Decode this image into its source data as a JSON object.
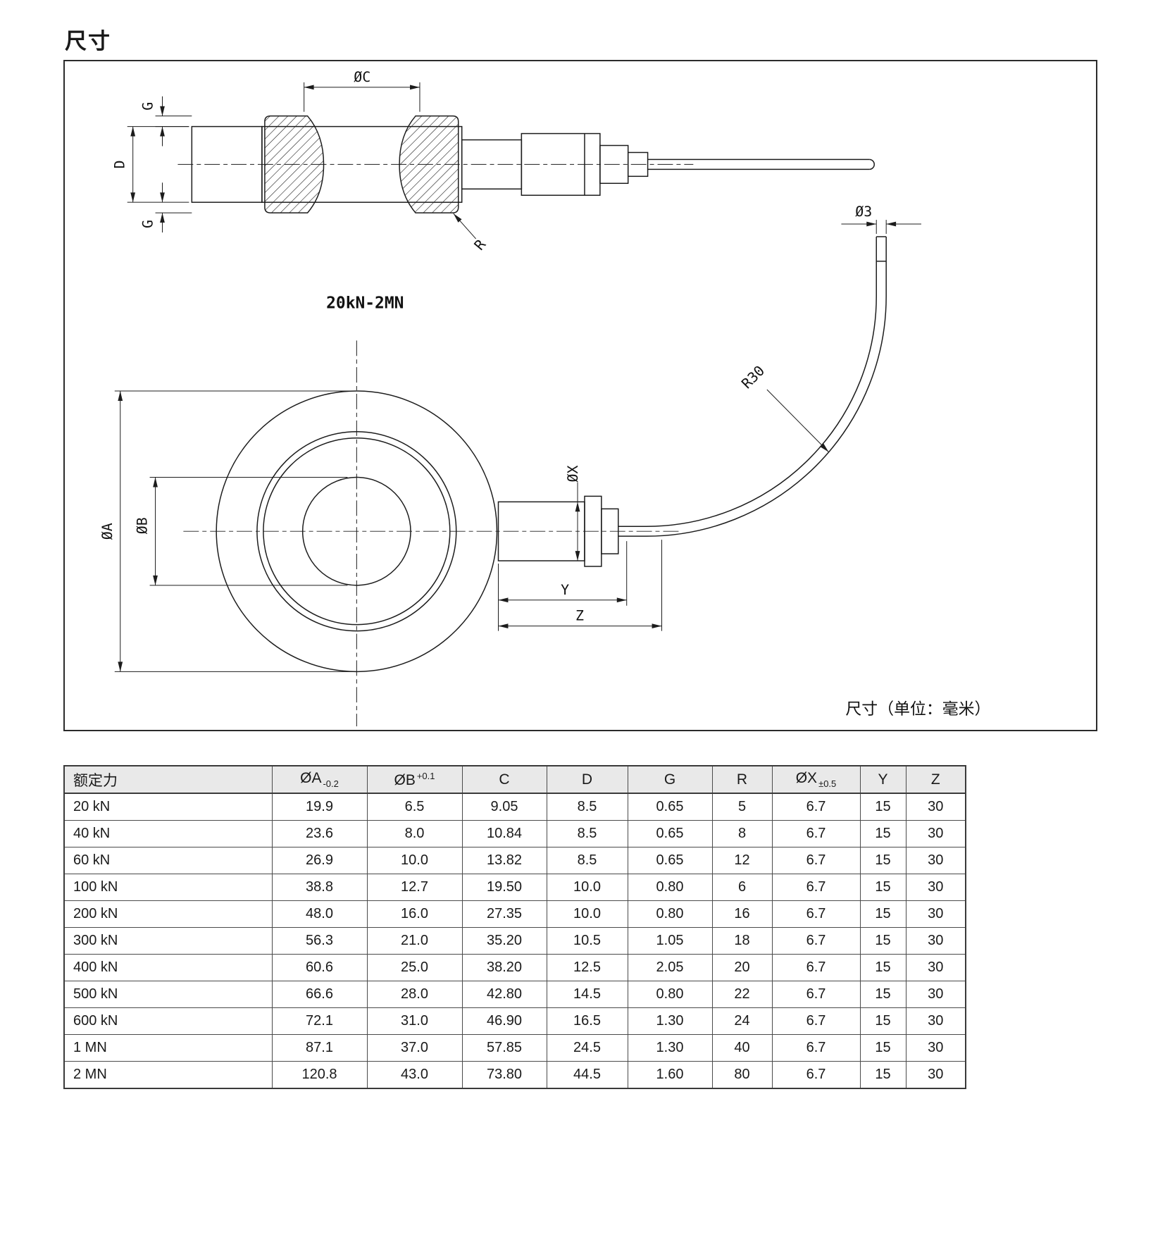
{
  "page": {
    "title": "尺寸"
  },
  "drawing": {
    "side_view_label": "20kN-2MN",
    "unit_note": "尺寸（单位：毫米）",
    "dims": {
      "dia_c": "ØC",
      "g_top": "G",
      "d": "D",
      "g_bottom": "G",
      "r": "R",
      "dia_a": "ØA",
      "dia_b": "ØB",
      "dia_x": "ØX",
      "y": "Y",
      "z": "Z",
      "r30": "R30",
      "dia_3": "Ø3"
    }
  },
  "table": {
    "columns": [
      {
        "label": "额定力"
      },
      {
        "label": "ØA",
        "tol": "-0.2",
        "tol_style": "sub"
      },
      {
        "label": "ØB",
        "tol": "+0.1",
        "tol_style": "sup"
      },
      {
        "label": "C"
      },
      {
        "label": "D"
      },
      {
        "label": "G"
      },
      {
        "label": "R"
      },
      {
        "label": "ØX",
        "tol": "±0.5",
        "tol_style": "sub"
      },
      {
        "label": "Y"
      },
      {
        "label": "Z"
      }
    ],
    "rows": [
      [
        "20 kN",
        "19.9",
        "6.5",
        "9.05",
        "8.5",
        "0.65",
        "5",
        "6.7",
        "15",
        "30"
      ],
      [
        "40 kN",
        "23.6",
        "8.0",
        "10.84",
        "8.5",
        "0.65",
        "8",
        "6.7",
        "15",
        "30"
      ],
      [
        "60 kN",
        "26.9",
        "10.0",
        "13.82",
        "8.5",
        "0.65",
        "12",
        "6.7",
        "15",
        "30"
      ],
      [
        "100 kN",
        "38.8",
        "12.7",
        "19.50",
        "10.0",
        "0.80",
        "6",
        "6.7",
        "15",
        "30"
      ],
      [
        "200 kN",
        "48.0",
        "16.0",
        "27.35",
        "10.0",
        "0.80",
        "16",
        "6.7",
        "15",
        "30"
      ],
      [
        "300 kN",
        "56.3",
        "21.0",
        "35.20",
        "10.5",
        "1.05",
        "18",
        "6.7",
        "15",
        "30"
      ],
      [
        "400 kN",
        "60.6",
        "25.0",
        "38.20",
        "12.5",
        "2.05",
        "20",
        "6.7",
        "15",
        "30"
      ],
      [
        "500 kN",
        "66.6",
        "28.0",
        "42.80",
        "14.5",
        "0.80",
        "22",
        "6.7",
        "15",
        "30"
      ],
      [
        "600 kN",
        "72.1",
        "31.0",
        "46.90",
        "16.5",
        "1.30",
        "24",
        "6.7",
        "15",
        "30"
      ],
      [
        "1 MN",
        "87.1",
        "37.0",
        "57.85",
        "24.5",
        "1.30",
        "40",
        "6.7",
        "15",
        "30"
      ],
      [
        "2 MN",
        "120.8",
        "43.0",
        "73.80",
        "44.5",
        "1.60",
        "80",
        "6.7",
        "15",
        "30"
      ]
    ]
  }
}
